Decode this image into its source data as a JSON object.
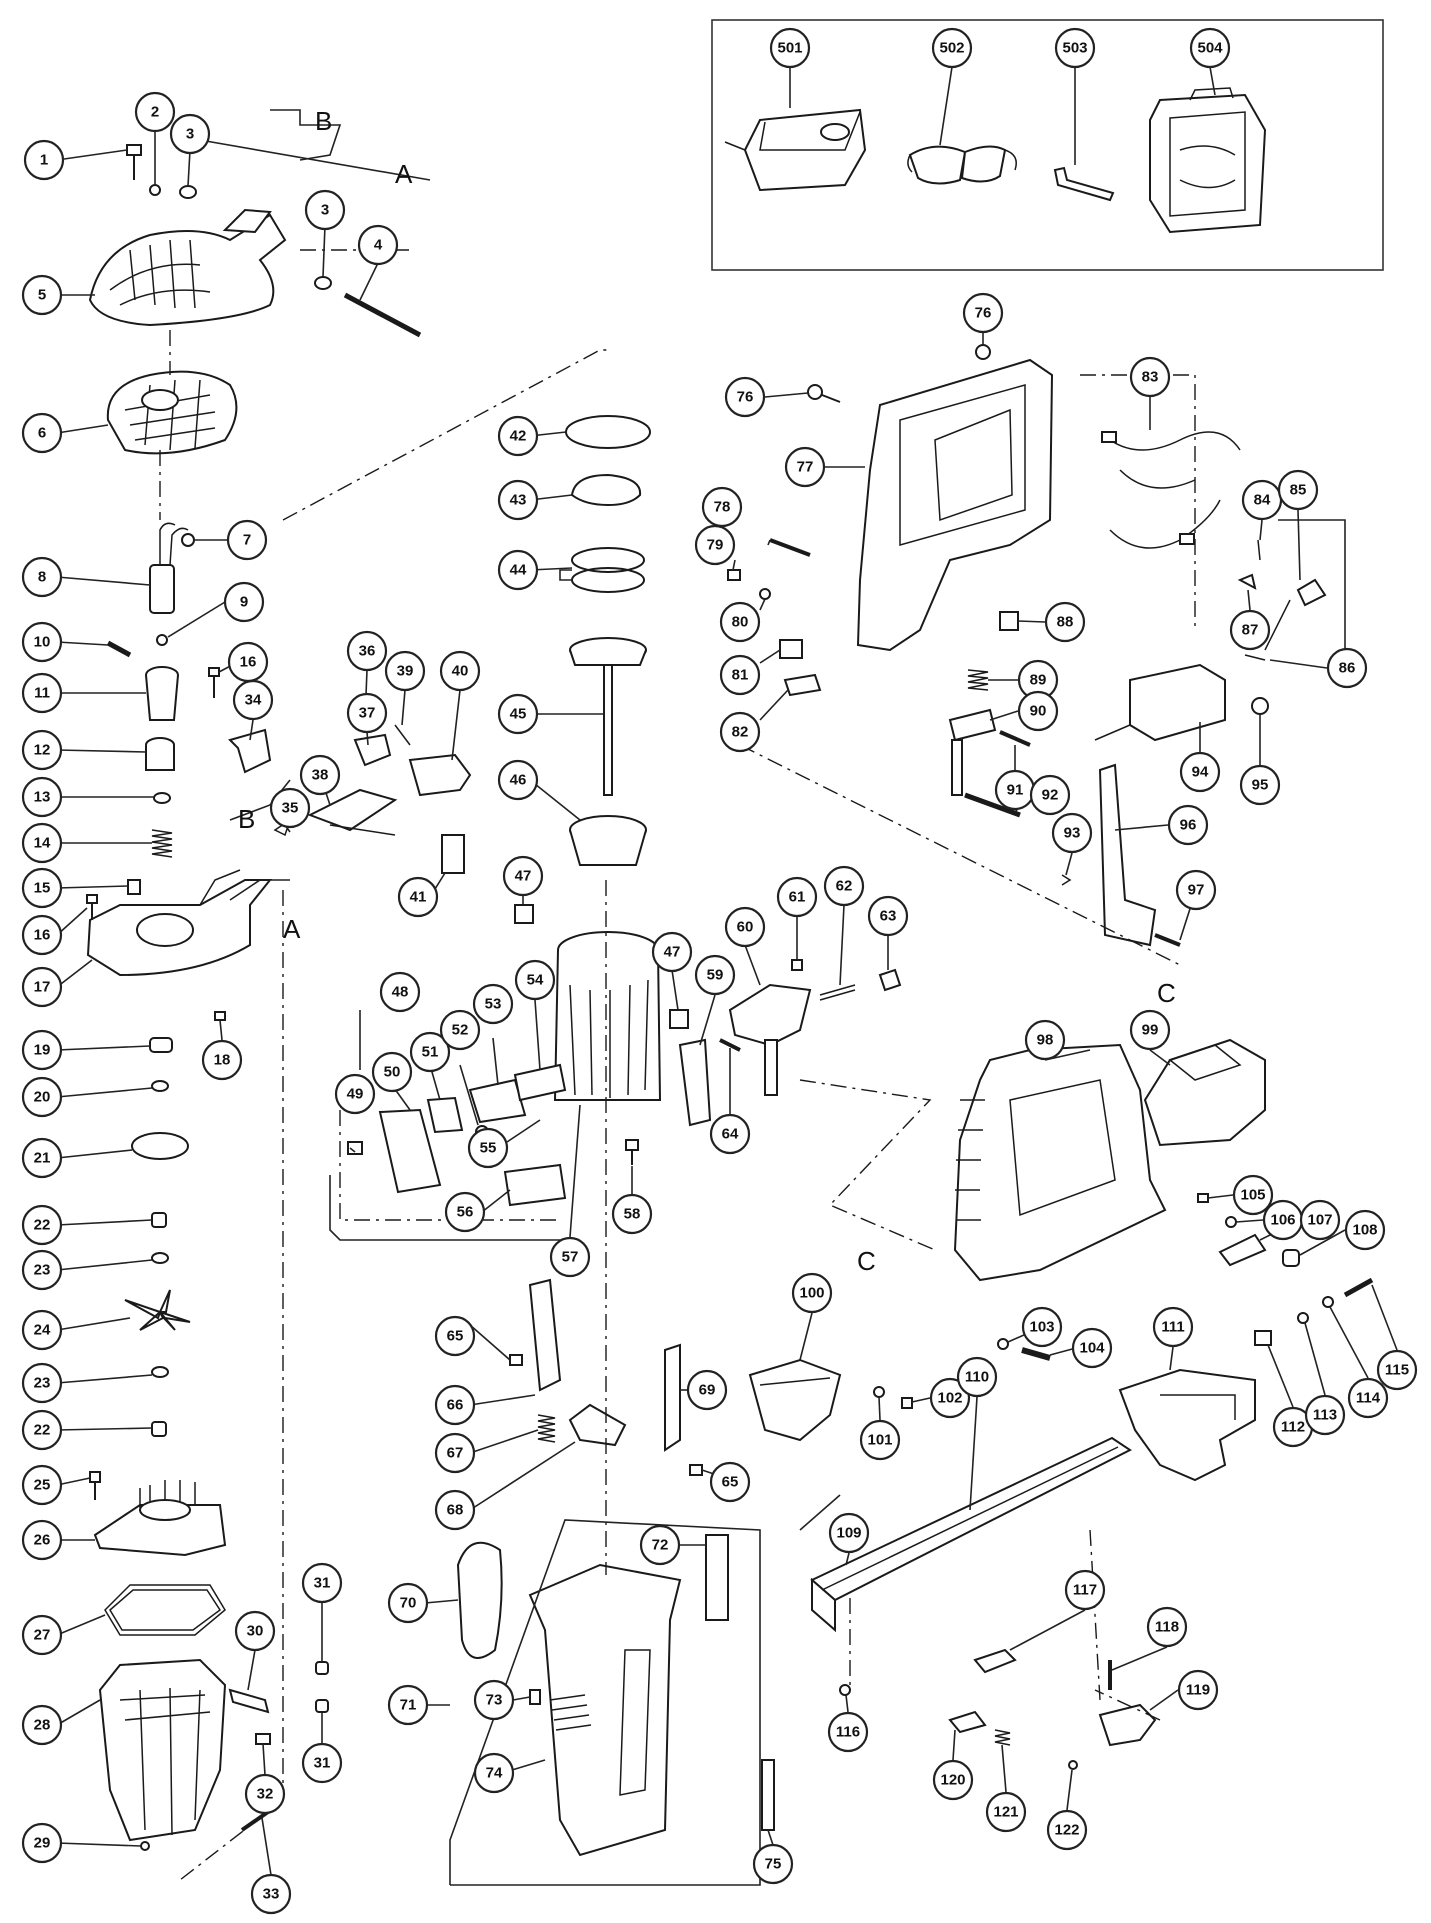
{
  "ref_letters": {
    "a1": "A",
    "a2": "A",
    "b1": "B",
    "b2": "B",
    "c1": "C",
    "c2": "C"
  },
  "callouts": {
    "c1": "1",
    "c2": "2",
    "c3": "3",
    "c3b": "3",
    "c4": "4",
    "c5": "5",
    "c6": "6",
    "c7": "7",
    "c8": "8",
    "c9": "9",
    "c10": "10",
    "c11": "11",
    "c12": "12",
    "c13": "13",
    "c14": "14",
    "c15": "15",
    "c16": "16",
    "c16b": "16",
    "c17": "17",
    "c18": "18",
    "c19": "19",
    "c20": "20",
    "c21": "21",
    "c22": "22",
    "c22b": "22",
    "c23": "23",
    "c23b": "23",
    "c24": "24",
    "c25": "25",
    "c26": "26",
    "c27": "27",
    "c28": "28",
    "c29": "29",
    "c30": "30",
    "c31": "31",
    "c31b": "31",
    "c32": "32",
    "c33": "33",
    "c34": "34",
    "c35": "35",
    "c36": "36",
    "c37": "37",
    "c38": "38",
    "c39": "39",
    "c40": "40",
    "c41": "41",
    "c42": "42",
    "c43": "43",
    "c44": "44",
    "c45": "45",
    "c46": "46",
    "c47": "47",
    "c47b": "47",
    "c48": "48",
    "c49": "49",
    "c50": "50",
    "c51": "51",
    "c52": "52",
    "c53": "53",
    "c54": "54",
    "c55": "55",
    "c56": "56",
    "c57": "57",
    "c58": "58",
    "c59": "59",
    "c60": "60",
    "c61": "61",
    "c62": "62",
    "c63": "63",
    "c64": "64",
    "c65": "65",
    "c65b": "65",
    "c66": "66",
    "c67": "67",
    "c68": "68",
    "c69": "69",
    "c70": "70",
    "c71": "71",
    "c72": "72",
    "c73": "73",
    "c74": "74",
    "c75": "75",
    "c76": "76",
    "c76b": "76",
    "c77": "77",
    "c78": "78",
    "c79": "79",
    "c80": "80",
    "c81": "81",
    "c82": "82",
    "c83": "83",
    "c84": "84",
    "c85": "85",
    "c86": "86",
    "c87": "87",
    "c88": "88",
    "c89": "89",
    "c90": "90",
    "c91": "91",
    "c92": "92",
    "c93": "93",
    "c94": "94",
    "c95": "95",
    "c96": "96",
    "c97": "97",
    "c98": "98",
    "c99": "99",
    "c100": "100",
    "c101": "101",
    "c102": "102",
    "c103": "103",
    "c104": "104",
    "c105": "105",
    "c106": "106",
    "c107": "107",
    "c108": "108",
    "c109": "109",
    "c110": "110",
    "c111": "111",
    "c112": "112",
    "c113": "113",
    "c114": "114",
    "c115": "115",
    "c116": "116",
    "c117": "117",
    "c118": "118",
    "c119": "119",
    "c120": "120",
    "c121": "121",
    "c122": "122",
    "c501": "501",
    "c502": "502",
    "c503": "503",
    "c504": "504"
  }
}
